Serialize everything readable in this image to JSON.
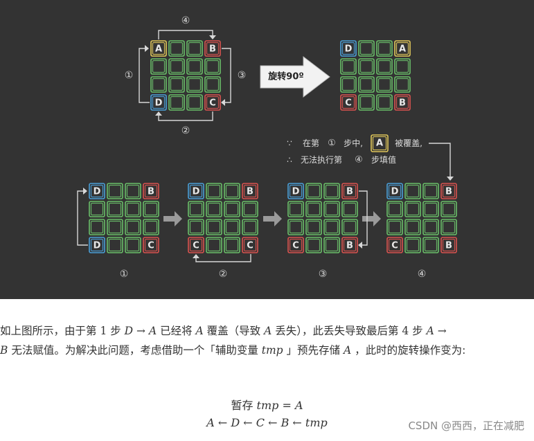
{
  "figure": {
    "labels": {
      "A": "A",
      "B": "B",
      "C": "C",
      "D": "D",
      "rotate": "旋转90º",
      "step1": "①",
      "step2": "②",
      "step3": "③",
      "step4": "④"
    },
    "note": {
      "line1_a": "∵ 在第",
      "line1_b": "①",
      "line1_c": "步中,",
      "line1_d": "被覆盖,",
      "line2_a": "∴ 无法执行第",
      "line2_b": "④",
      "line2_c": "步填值"
    },
    "stages": [
      "①",
      "②",
      "③",
      "④"
    ]
  },
  "paragraph": {
    "t1": "如上图所示，由于第 ",
    "n1": "1",
    "t2": " 步 ",
    "m1": "D → A",
    "t3": " 已经将 ",
    "m2": "A",
    "t4": " 覆盖（导致 ",
    "m3": "A",
    "t5": " 丢失），此丢失导致最后第 ",
    "n2": "4",
    "t6": " 步 ",
    "m4": "A →",
    "m5": "B",
    "t7": " 无法赋值。为解决此问题，考虑借助一个「辅助变量 ",
    "m6": "tmp",
    "t8": " 」预先存储 ",
    "m7": "A",
    "t9": " ，此时的旋转操作变为:"
  },
  "equations": {
    "eq1_cjk": "暂存 ",
    "eq1_math": "tmp = A",
    "eq2_math": "A ← D ← C ← B ← tmp"
  },
  "watermark": "CSDN @西西，正在减肥",
  "colors": {
    "background": "#333333",
    "cell_green": "#6abf69",
    "blue": "#4a9fd8",
    "red": "#d9534f",
    "yellow": "#e2c85a",
    "arrow_gray": "#9a9a9a"
  }
}
